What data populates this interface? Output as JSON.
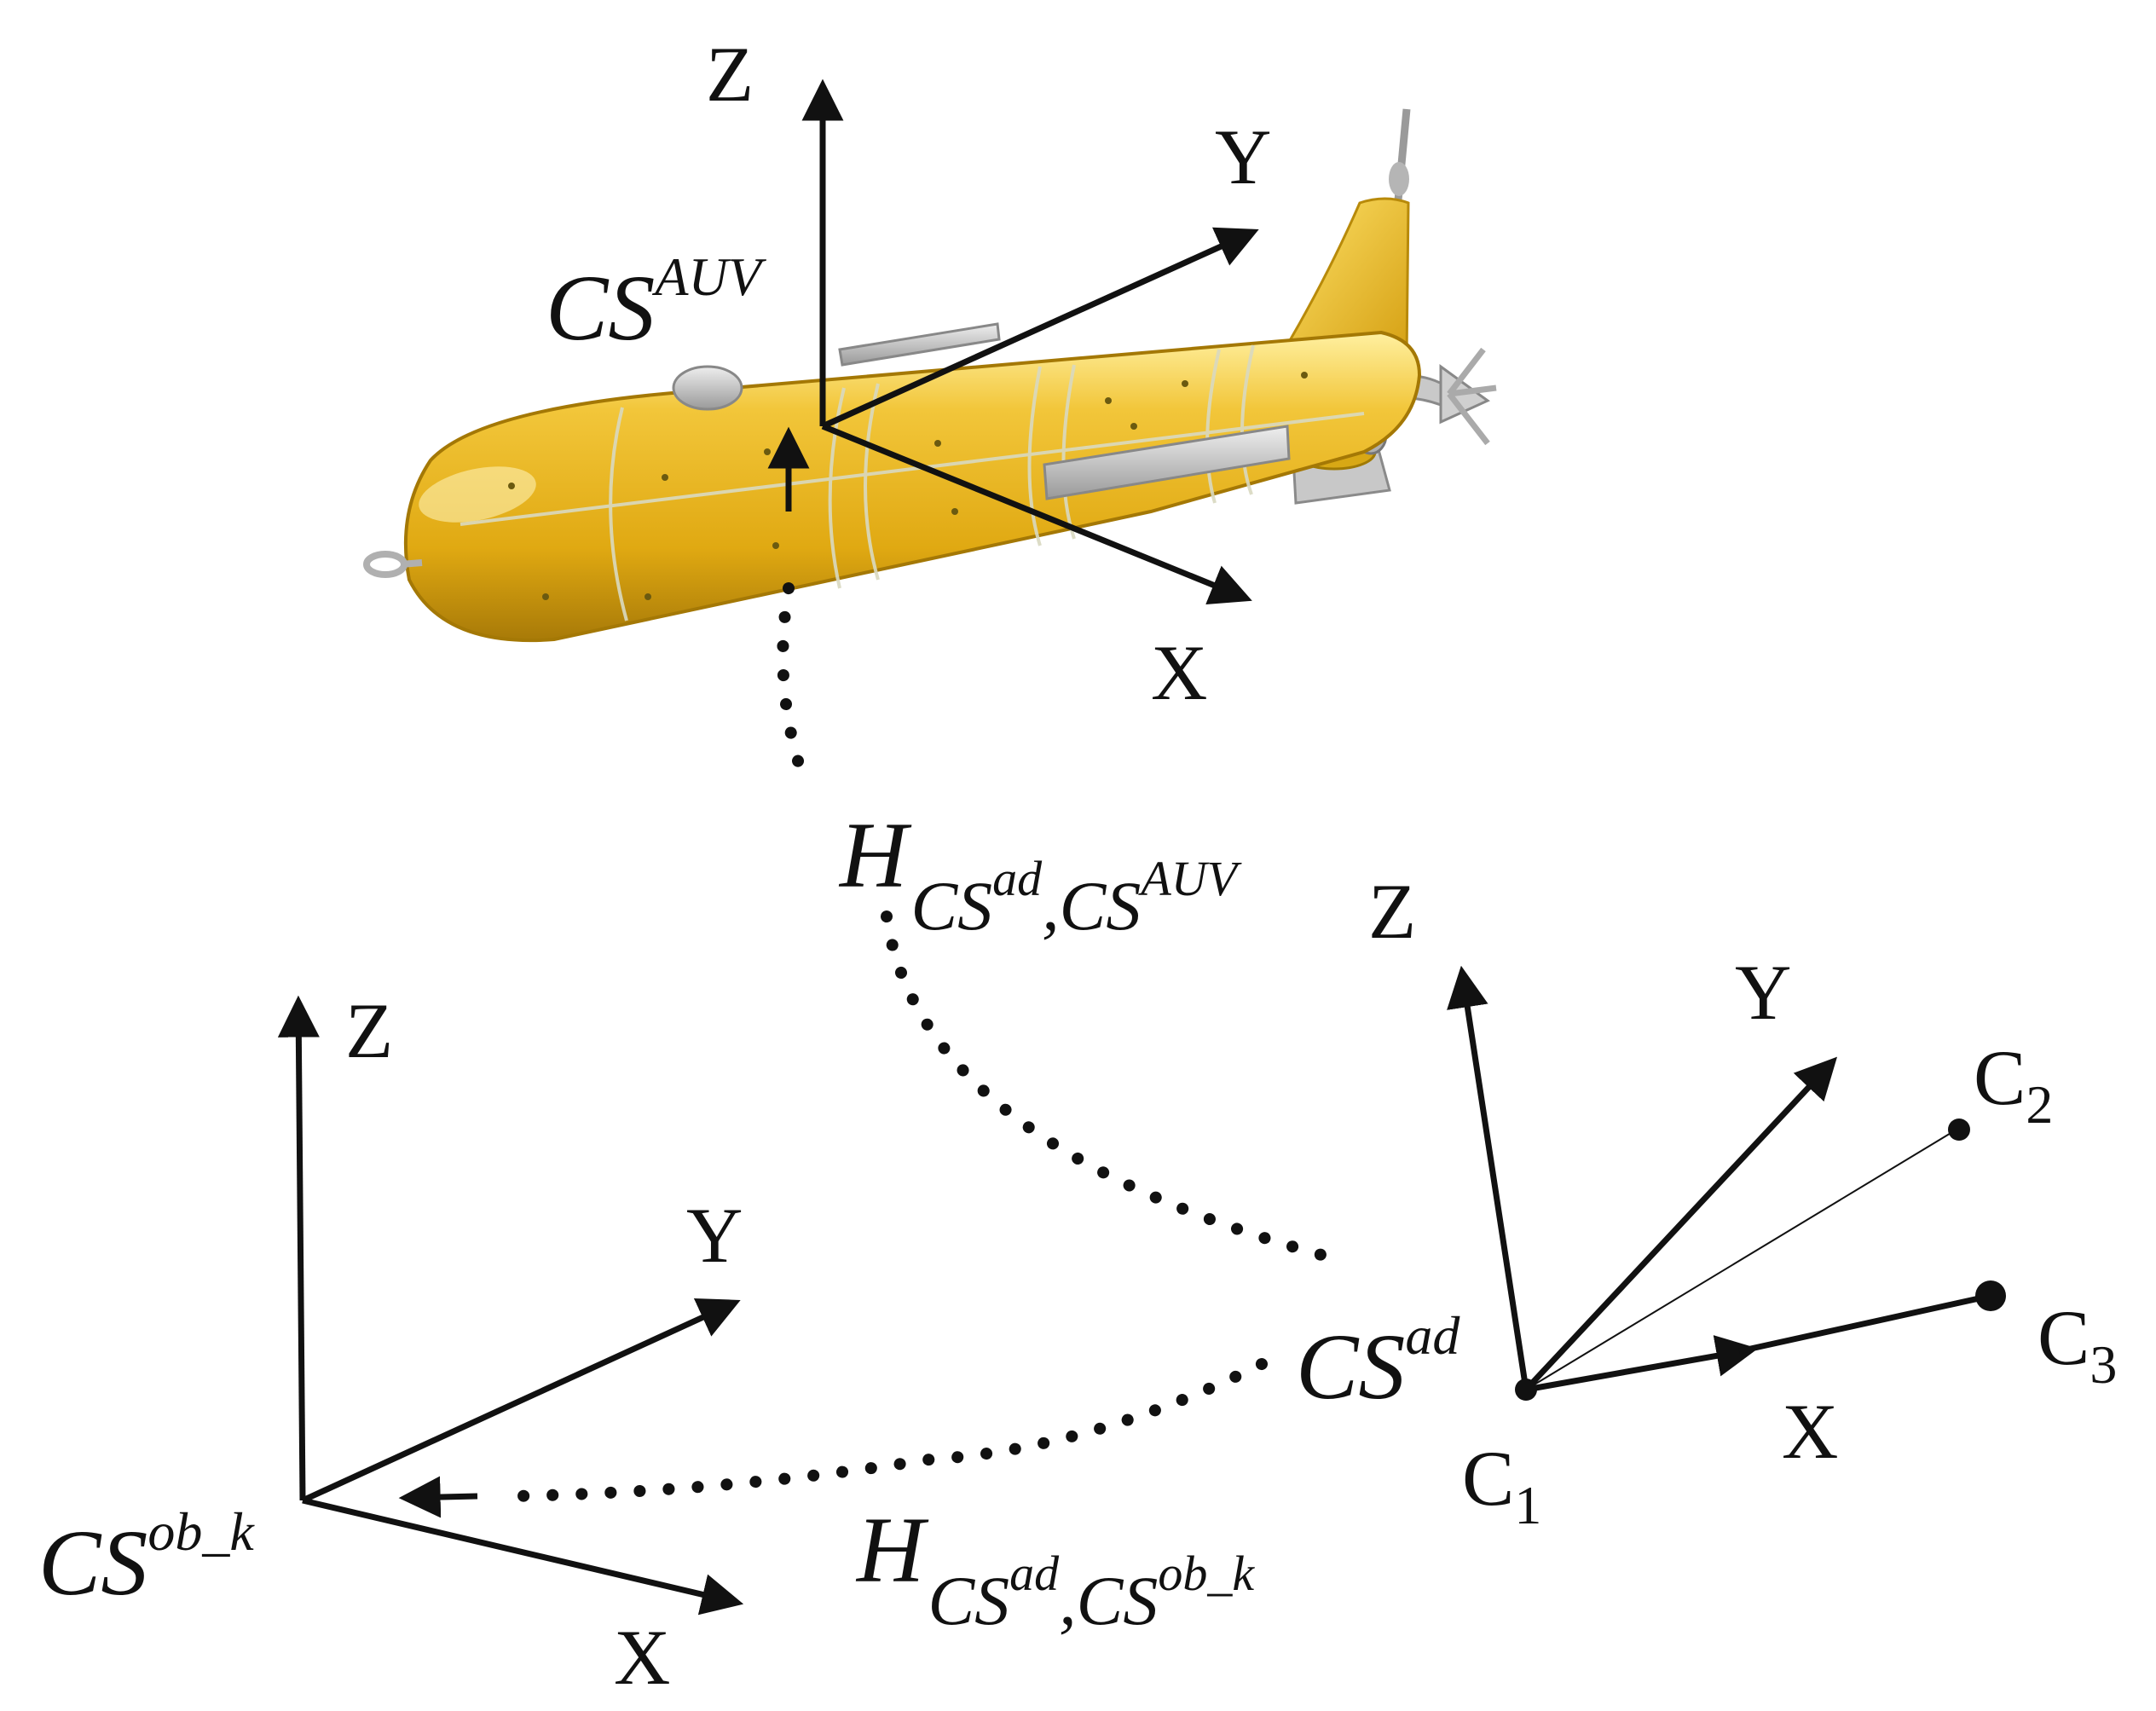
{
  "frames": {
    "auv": {
      "label_base": "CS",
      "label_sup": "AUV",
      "axis_labels": {
        "z": "Z",
        "y": "Y",
        "x": "X"
      }
    },
    "ad": {
      "label_base": "CS",
      "label_sup": "ad",
      "axis_labels": {
        "z": "Z",
        "y": "Y",
        "x": "X"
      }
    },
    "obstacle": {
      "label_base": "CS",
      "label_sup": "ob_k",
      "axis_labels": {
        "z": "Z",
        "y": "Y",
        "x": "X"
      }
    }
  },
  "points": [
    {
      "base": "C",
      "sub": "1"
    },
    {
      "base": "C",
      "sub": "2"
    },
    {
      "base": "C",
      "sub": "3"
    }
  ],
  "transforms": {
    "ad_to_auv": {
      "H": "H",
      "sub_base1": "CS",
      "sub_sup1": "ad",
      "comma": ",",
      "sub_base2": "CS",
      "sub_sup2": "AUV"
    },
    "ad_to_ob": {
      "H": "H",
      "sub_base1": "CS",
      "sub_sup1": "ad",
      "comma": ",",
      "sub_base2": "CS",
      "sub_sup2": "ob_k"
    }
  },
  "colors": {
    "ink": "#111111",
    "hull": "#e8b71a",
    "hull_dark": "#b8860b",
    "hull_light": "#ffe36a",
    "metal": "#b9b9b9"
  }
}
